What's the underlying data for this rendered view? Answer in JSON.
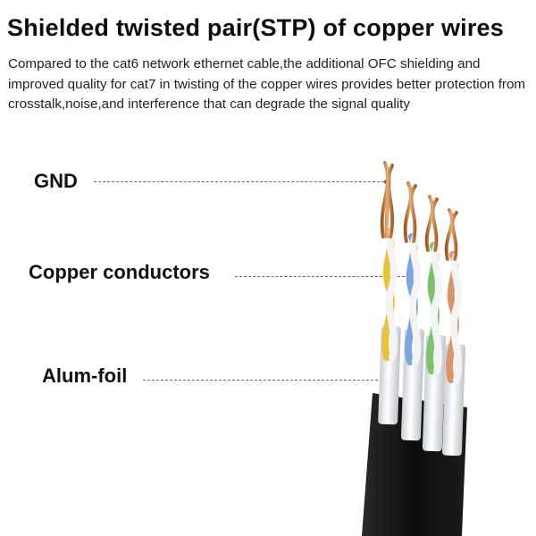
{
  "header": {
    "title": "Shielded twisted pair(STP) of copper wires",
    "description": "Compared to the cat6 network ethernet cable,the additional OFC shielding and improved quality for cat7 in twisting of the copper wires provides better protection from crosstalk,noise,and interference that can degrade the signal quality"
  },
  "labels": {
    "gnd": "GND",
    "copper": "Copper conductors",
    "foil": "Alum-foil"
  },
  "colors": {
    "jacket": "#111111",
    "foil": "#e9ecef",
    "copper": "#c98a4b",
    "pair_yellow": "#e8c23a",
    "pair_blue": "#7fa6d8",
    "pair_green": "#7cc26a",
    "pair_orange": "#d9956a"
  },
  "icons": {
    "product_image": "flat-ethernet-cable-photo"
  }
}
